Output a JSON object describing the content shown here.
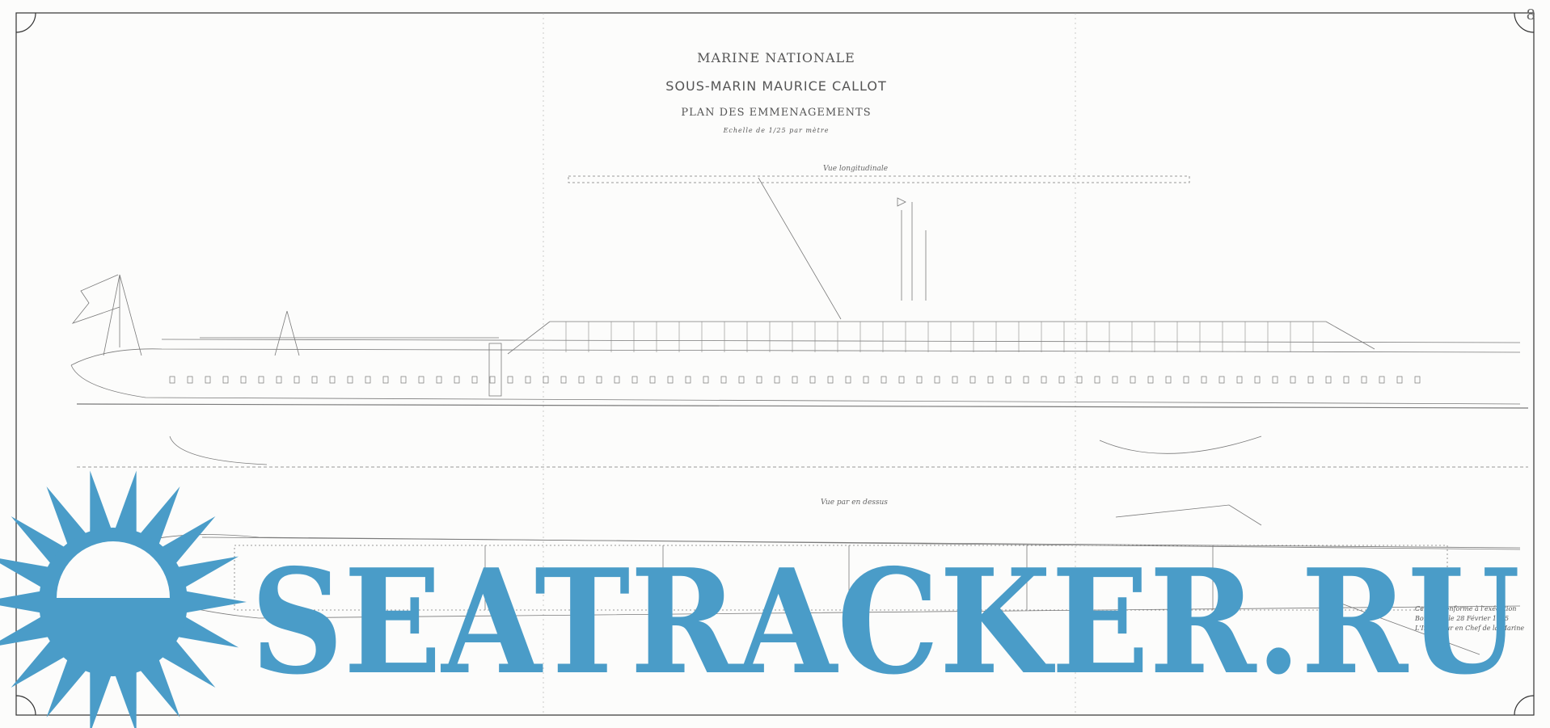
{
  "title": {
    "line1": "MARINE NATIONALE",
    "line2": "SOUS-MARIN MAURICE CALLOT",
    "line3": "PLAN DES EMMENAGEMENTS",
    "scale": "Echelle de 1/25 par mètre"
  },
  "views": {
    "longitudinal": "Vue longitudinale",
    "top": "Vue par en dessus"
  },
  "sheet_number": "8",
  "certification": {
    "line1": "Certifié conforme à l'exécution",
    "line2": "Bordeaux le 28 Février 1925",
    "line3": "L'Ingénieur en Chef de la Marine"
  },
  "watermark": {
    "text": "SEATRACKER.RU",
    "color": "#4a9cc8"
  },
  "colors": {
    "line": "#7a7a7a",
    "paper": "#fcfcfb"
  }
}
